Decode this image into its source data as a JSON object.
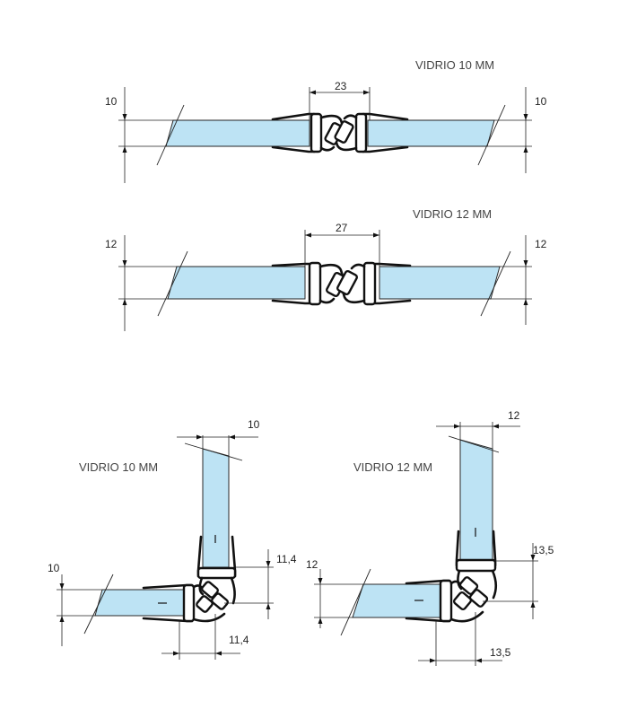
{
  "diagrams": {
    "straight_10": {
      "title": "VIDRIO 10 MM",
      "gap": "23",
      "thickness_left": "10",
      "thickness_right": "10"
    },
    "straight_12": {
      "title": "VIDRIO 12 MM",
      "gap": "27",
      "thickness_left": "12",
      "thickness_right": "12"
    },
    "corner_10": {
      "title": "VIDRIO 10 MM",
      "top_width": "10",
      "left_thickness": "10",
      "offset_vertical": "11,4",
      "offset_horizontal": "11,4"
    },
    "corner_12": {
      "title": "VIDRIO 12 MM",
      "top_width": "12",
      "left_thickness": "12",
      "offset_vertical": "13,5",
      "offset_horizontal": "13,5"
    }
  },
  "colors": {
    "glass": "#bde3f4",
    "seal": "#111111",
    "text": "#444444"
  }
}
